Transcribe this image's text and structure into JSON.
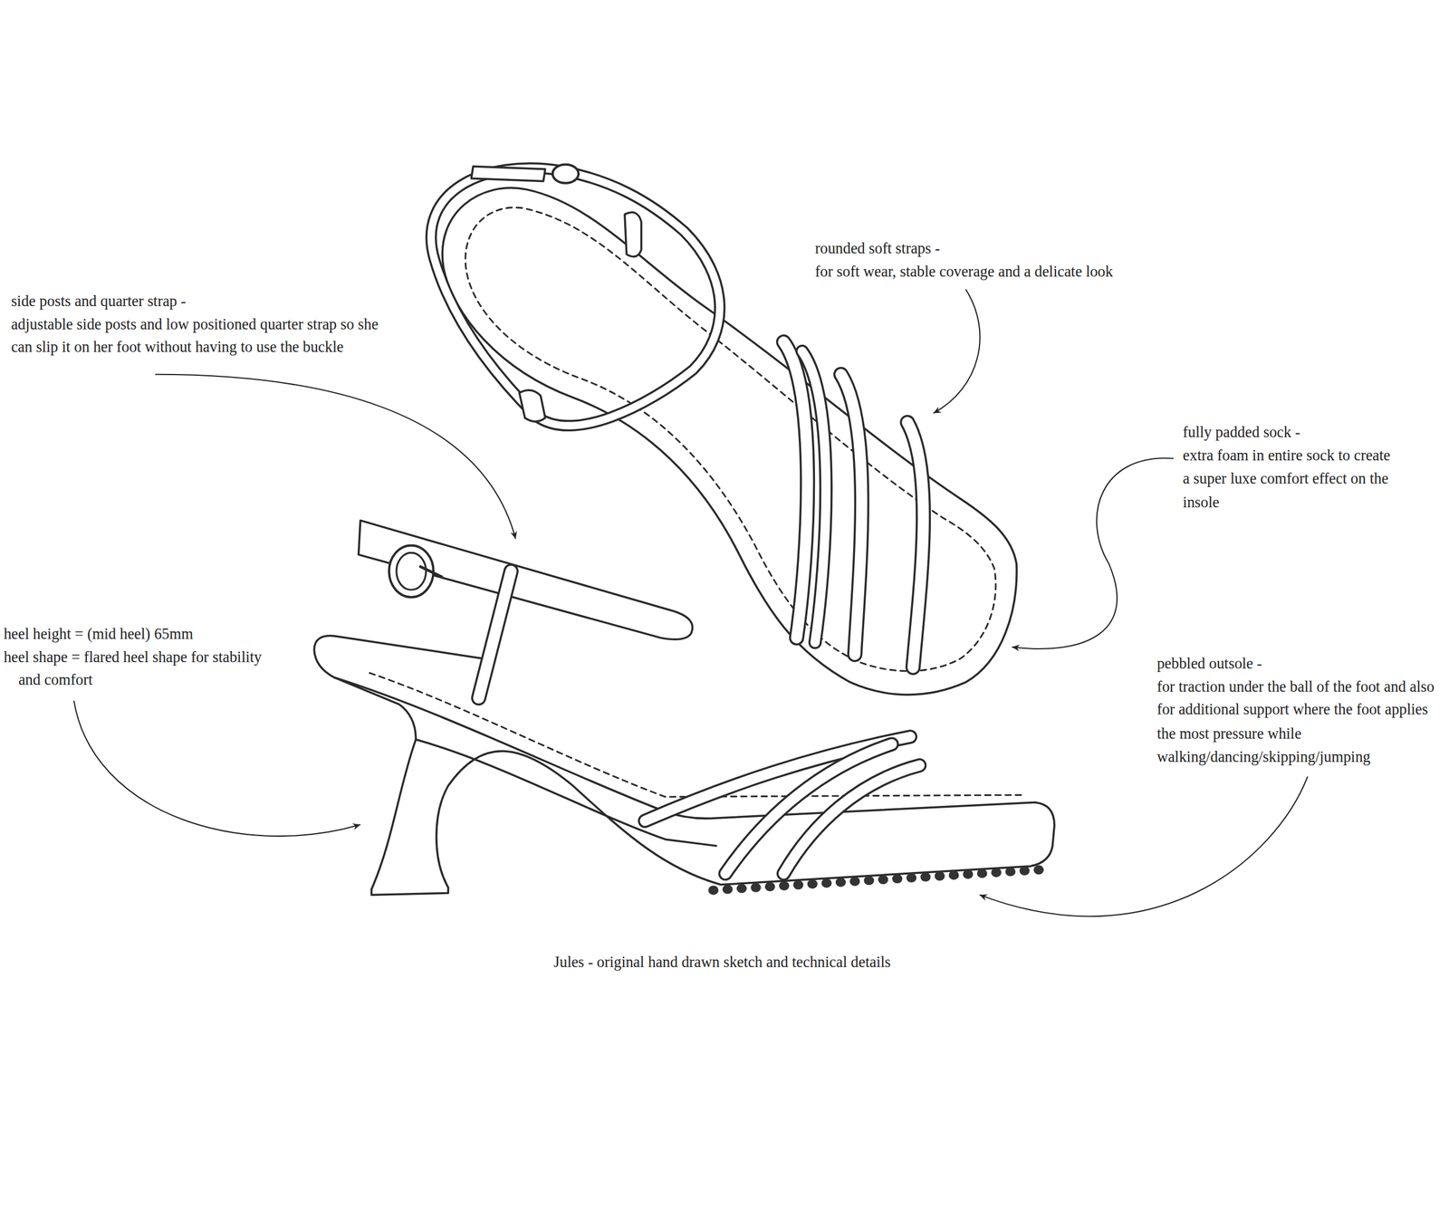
{
  "diagram": {
    "caption": "Jules - original hand drawn sketch and technical details",
    "labels": [
      "rounded soft straps -",
      "for soft wear, stable coverage and a delicate look",
      "side posts and quarter strap -",
      "adjustable side posts and low positioned quarter strap so she can slip it on her foot without having to use the buckle",
      "fully padded sock -",
      "extra foam in entire sock to create a super luxe comfort effect on the insole",
      "heel height = (mid heel) 65mm",
      "heel shape = flared heel shape for stability and comfort",
      "pebbled outsole -",
      "for traction under the ball of the foot and also for additional support where the foot applies the most pressure while walking/dancing/skipping/jumping"
    ]
  }
}
